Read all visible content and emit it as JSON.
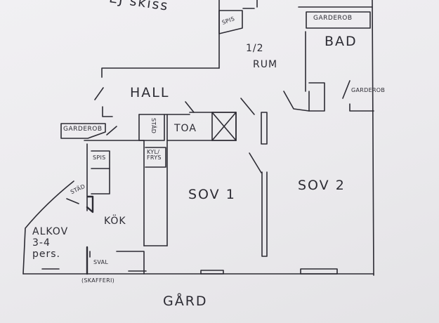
{
  "labels": {
    "sketch_title": "EJ skiss",
    "spis_top": "SPIS",
    "half_room_fraction": "1/2",
    "half_room": "RUM",
    "garderob_bad": "GARDEROB",
    "bad": "BAD",
    "hall": "HALL",
    "garderob_right": "GARDEROB",
    "garderob_left": "GARDEROB",
    "toa": "TOA",
    "stad_vertical": "STÄD",
    "kyl_frys": "KYL/\nFRYS",
    "spis_kitchen": "SPIS",
    "stad_kitchen": "STÄD",
    "sov1": "SOV 1",
    "sov2": "SOV 2",
    "kok": "KÖK",
    "alkov": "ALKOV\n3-4\npers.",
    "sval": "SVAL",
    "skafferi": "(SKAFFERI)",
    "gard": "GÅRD"
  },
  "colors": {
    "ink": "#2c2b33",
    "paper": "#eeedf0"
  }
}
